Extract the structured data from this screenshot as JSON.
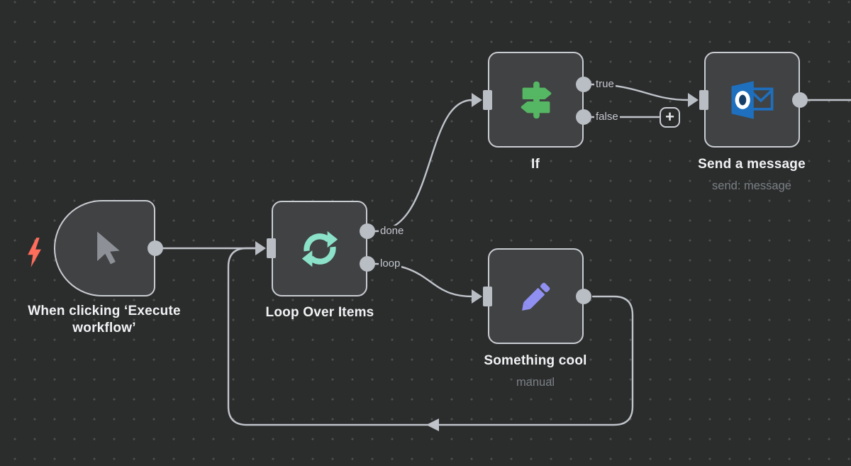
{
  "app": "workflow-canvas",
  "colors": {
    "bg": "#2b2d2d",
    "dot": "#4d4f4f",
    "node_fill": "#404243",
    "node_border": "#c9ccd1",
    "line": "#c0c4ca",
    "port": "#b9bdc4",
    "title": "#f1f2f4",
    "subtitle": "#7c8085",
    "edge_label": "#c3c6cc",
    "plus": "#e6e8eb",
    "bolt": "#ff6d5b",
    "cursor_icon": "#8d9096",
    "loop_icon": "#8be2c8",
    "if_icon": "#55b663",
    "pencil_icon": "#8f90f2",
    "outlook_blue": "#1e6fbe",
    "outlook_dark": "#173e66"
  },
  "nodes": {
    "trigger": {
      "title": "When clicking ‘Execute\nworkflow’",
      "icon": "mouse-cursor"
    },
    "loop": {
      "title": "Loop Over Items",
      "icon": "sync-arrows",
      "outputs": {
        "done": "done",
        "loop": "loop"
      }
    },
    "if": {
      "title": "If",
      "icon": "signpost",
      "outputs": {
        "true": "true",
        "false": "false"
      }
    },
    "send": {
      "title": "Send a message",
      "subtitle": "send: message",
      "icon": "outlook"
    },
    "something": {
      "title": "Something cool",
      "subtitle": "manual",
      "icon": "pencil"
    }
  },
  "plus_button": {
    "label": "+"
  }
}
